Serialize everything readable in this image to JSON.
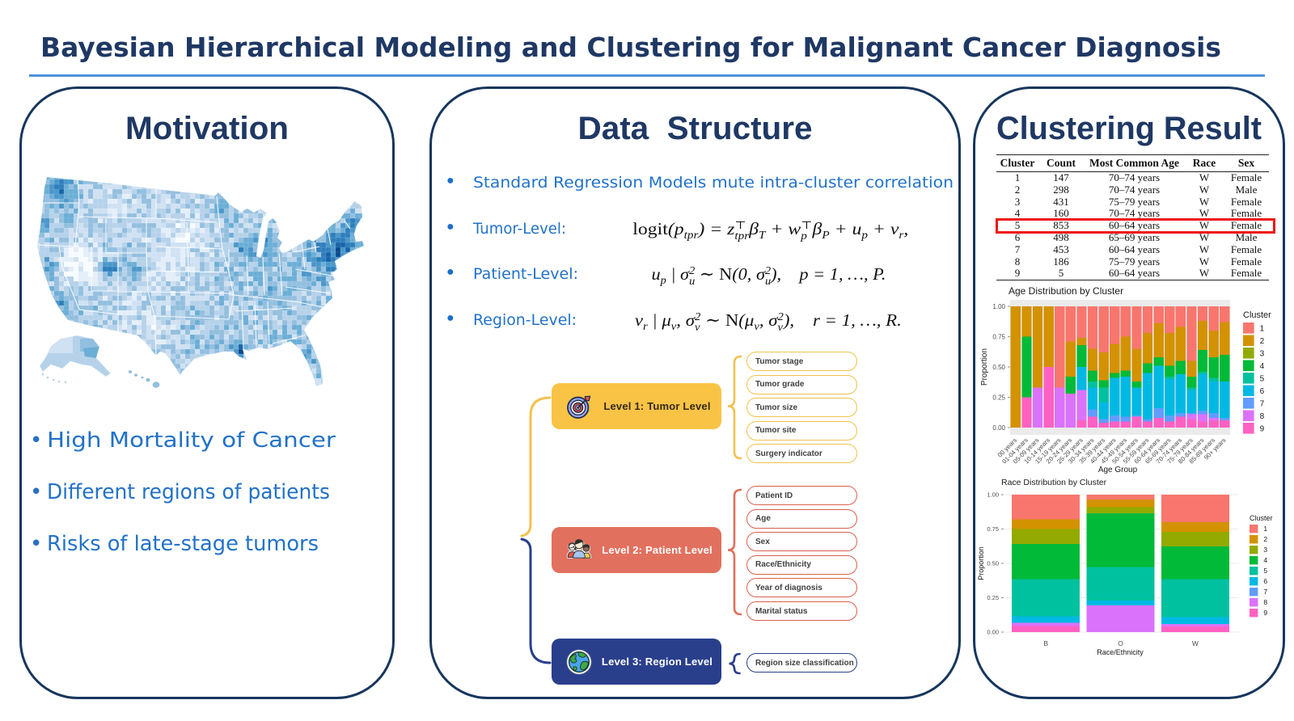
{
  "title": "Bayesian Hierarchical Modeling and Clustering for Malignant Cancer Diagnosis",
  "theme": {
    "heading_color": "#1f3864",
    "panel_border_color": "#17365d",
    "accent_blue": "#2272c8",
    "title_rule_color": "#4e93d8",
    "highlight_red": "#ee1611"
  },
  "panels": {
    "motivation": {
      "title": "Motivation",
      "bullets": [
        "High Mortality of Cancer",
        "Different regions of patients",
        "Risks of late-stage tumors"
      ],
      "map": {
        "label": "US county-level cancer choropleth map",
        "palette": [
          "#f7fbff",
          "#e3eef9",
          "#cfe1f2",
          "#b5d2ea",
          "#93bfdf",
          "#6baed6",
          "#4b97ca",
          "#2e7ebc",
          "#1864aa",
          "#0a4a90",
          "#08306b"
        ]
      }
    },
    "data_structure": {
      "title": "Data  Structure",
      "bullets": [
        {
          "label": "Standard Regression Models mute intra-cluster correlation",
          "formula": ""
        },
        {
          "label": "Tumor-Level:",
          "formula": "logit(p_{tpr}) = z^{⊤}_{tpr}β_{T} + w^{⊤}_{p}β_{P} + u_{p} + v_{r},"
        },
        {
          "label": "Patient-Level:",
          "formula": "u_{p} | σ^{2}_{u} ∼ N(0, σ^{2}_{u}),  p = 1, …, P."
        },
        {
          "label": "Region-Level:",
          "formula": "v_{r} | μ_{v}, σ^{2}_{v} ∼ N(μ_{v}, σ^{2}_{v}),  r = 1, …, R."
        }
      ],
      "levels": [
        {
          "label": "Level 1: Tumor Level",
          "icon": "target-icon",
          "box_color": "#f9c345",
          "text_color": "#33291a",
          "attr_border": "#f0c24d",
          "brace_color": "#f2c14e",
          "attributes": [
            "Tumor stage",
            "Tumor grade",
            "Tumor size",
            "Tumor site",
            "Surgery indicator"
          ]
        },
        {
          "label": "Level 2: Patient Level",
          "icon": "people-icon",
          "box_color": "#e2705e",
          "text_color": "#ffffff",
          "attr_border": "#d9604f",
          "brace_color": "#e0705c",
          "attributes": [
            "Patient ID",
            "Age",
            "Sex",
            "Race/Ethnicity",
            "Year of diagnosis",
            "Marital status"
          ]
        },
        {
          "label": "Level 3: Region Level",
          "icon": "globe-icon",
          "box_color": "#2a3f8c",
          "text_color": "#ffffff",
          "attr_border": "#2a3f8c",
          "brace_color": "#2a3f8c",
          "attributes": [
            "Region size classification"
          ]
        }
      ]
    },
    "clustering": {
      "title": "Clustering Result",
      "table": {
        "columns": [
          "Cluster",
          "Count",
          "Most Common Age",
          "Race",
          "Sex"
        ],
        "rows": [
          [
            "1",
            "147",
            "70–74 years",
            "W",
            "Female"
          ],
          [
            "2",
            "298",
            "70–74 years",
            "W",
            "Male"
          ],
          [
            "3",
            "431",
            "75–79 years",
            "W",
            "Female"
          ],
          [
            "4",
            "160",
            "70–74 years",
            "W",
            "Female"
          ],
          [
            "5",
            "853",
            "60–64 years",
            "W",
            "Female"
          ],
          [
            "6",
            "498",
            "65–69 years",
            "W",
            "Male"
          ],
          [
            "7",
            "453",
            "60–64 years",
            "W",
            "Female"
          ],
          [
            "8",
            "186",
            "75–79 years",
            "W",
            "Female"
          ],
          [
            "9",
            "5",
            "60–64 years",
            "W",
            "Female"
          ]
        ],
        "highlighted_row": 5
      },
      "chart_data": [
        {
          "type": "bar",
          "stacked": true,
          "title": "Age Distribution by Cluster",
          "xlabel": "Age Group",
          "ylabel": "Proportion",
          "ylim": [
            0,
            1
          ],
          "yticks": [
            "0.00",
            "0.25",
            "0.50",
            "0.75",
            "1.00"
          ],
          "legend_title": "Cluster",
          "legend_position": "right",
          "panel_background": "#ebebeb",
          "categories": [
            "00 years",
            "01-04 years",
            "05-09 years",
            "10-14 years",
            "15-19 years",
            "20-24 years",
            "25-29 years",
            "30-34 years",
            "35-39 years",
            "40-44 years",
            "45-49 years",
            "50-54 years",
            "55-59 years",
            "60-64 years",
            "65-69 years",
            "70-74 years",
            "75-79 years",
            "80-84 years",
            "85-89 years",
            "90+ years"
          ],
          "series": [
            {
              "name": "1",
              "color": "#f8766d",
              "values": [
                0,
                0,
                0,
                0,
                0.67,
                0.29,
                0.26,
                0.35,
                0.38,
                0.31,
                0.25,
                0.35,
                0.22,
                0.14,
                0.22,
                0.17,
                0.45,
                0.12,
                0.2,
                0.13
              ]
            },
            {
              "name": "2",
              "color": "#d39200",
              "values": [
                1.0,
                0.25,
                0.67,
                0.5,
                0,
                0.29,
                0.06,
                0.18,
                0.23,
                0.24,
                0.28,
                0.27,
                0.25,
                0.28,
                0.27,
                0.28,
                0.13,
                0.24,
                0.22,
                0.27
              ]
            },
            {
              "name": "3",
              "color": "#93aa00",
              "values": [
                0,
                0,
                0,
                0,
                0,
                0,
                0,
                0,
                0,
                0,
                0,
                0,
                0,
                0,
                0,
                0,
                0,
                0,
                0,
                0
              ]
            },
            {
              "name": "4",
              "color": "#00ba38",
              "values": [
                0,
                0.5,
                0,
                0,
                0,
                0.14,
                0.18,
                0.09,
                0.06,
                0.04,
                0.05,
                0.05,
                0.08,
                0.07,
                0.09,
                0.11,
                0.09,
                0.18,
                0.17,
                0.22
              ]
            },
            {
              "name": "5",
              "color": "#00c19f",
              "values": [
                0,
                0,
                0,
                0,
                0,
                0,
                0,
                0.05,
                0.12,
                0,
                0,
                0,
                0,
                0,
                0.02,
                0,
                0.02,
                0.02,
                0.03,
                0
              ]
            },
            {
              "name": "6",
              "color": "#00b9e3",
              "values": [
                0,
                0,
                0,
                0,
                0,
                0,
                0.19,
                0.18,
                0.14,
                0.31,
                0.33,
                0.23,
                0.38,
                0.35,
                0.3,
                0.32,
                0.19,
                0.3,
                0.26,
                0.3
              ]
            },
            {
              "name": "7",
              "color": "#619cff",
              "values": [
                0,
                0,
                0,
                0,
                0,
                0,
                0,
                0.06,
                0.03,
                0.05,
                0.04,
                0.01,
                0.02,
                0.08,
                0.05,
                0.03,
                0.01,
                0.03,
                0.04,
                0.02
              ]
            },
            {
              "name": "8",
              "color": "#db72fb",
              "values": [
                0,
                0,
                0.33,
                0,
                0.33,
                0.28,
                0.25,
                0,
                0,
                0,
                0,
                0,
                0,
                0,
                0,
                0,
                0.04,
                0.06,
                0.02,
                0
              ]
            },
            {
              "name": "9",
              "color": "#ff61c3",
              "values": [
                0,
                0.25,
                0,
                0.5,
                0,
                0,
                0.06,
                0.09,
                0.04,
                0.05,
                0.05,
                0.09,
                0.05,
                0.08,
                0.05,
                0.09,
                0.07,
                0.05,
                0.06,
                0.06
              ]
            }
          ]
        },
        {
          "type": "bar",
          "stacked": true,
          "title": "Race Distribution by Cluster",
          "xlabel": "Race/Ethnicity",
          "ylabel": "Proportion",
          "ylim": [
            0,
            1
          ],
          "yticks": [
            "0.00",
            "0.25",
            "0.50",
            "0.75",
            "1.00"
          ],
          "legend_title": "Cluster",
          "legend_position": "right",
          "panel_background": "#ffffff",
          "categories": [
            "B",
            "O",
            "W"
          ],
          "series": [
            {
              "name": "1",
              "color": "#f8766d",
              "values": [
                0.18,
                0.035,
                0.2
              ]
            },
            {
              "name": "2",
              "color": "#d39200",
              "values": [
                0.07,
                0.055,
                0.07
              ]
            },
            {
              "name": "3",
              "color": "#93aa00",
              "values": [
                0.11,
                0.045,
                0.105
              ]
            },
            {
              "name": "4",
              "color": "#00ba38",
              "values": [
                0.255,
                0.39,
                0.24
              ]
            },
            {
              "name": "5",
              "color": "#00c19f",
              "values": [
                0.27,
                0.245,
                0.275
              ]
            },
            {
              "name": "6",
              "color": "#00b9e3",
              "values": [
                0.047,
                0.035,
                0.05
              ]
            },
            {
              "name": "7",
              "color": "#619cff",
              "values": [
                0,
                0,
                0
              ]
            },
            {
              "name": "8",
              "color": "#db72fb",
              "values": [
                0.023,
                0.195,
                0.02
              ]
            },
            {
              "name": "9",
              "color": "#ff61c3",
              "values": [
                0.045,
                0,
                0.04
              ]
            }
          ]
        }
      ]
    }
  }
}
